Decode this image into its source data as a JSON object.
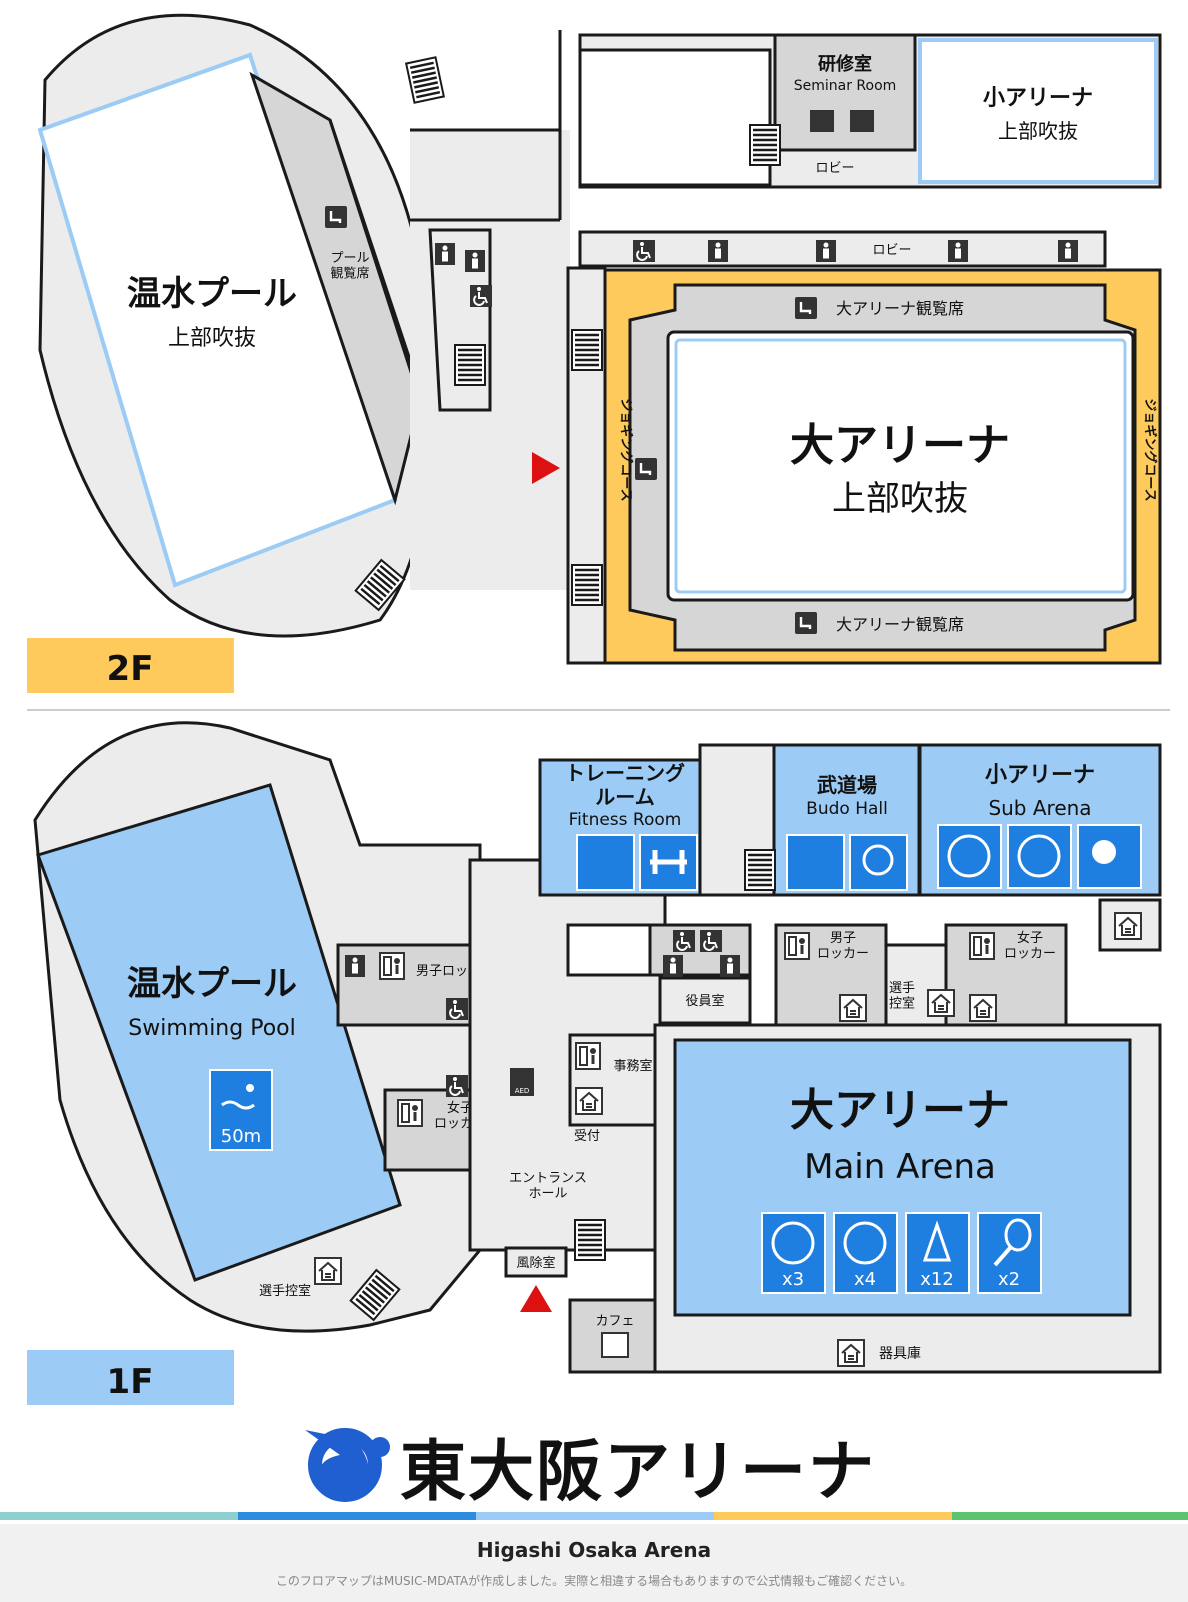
{
  "colors": {
    "wall": "#1a1a1a",
    "room_gray": "#d6d6d6",
    "corridor": "#ececec",
    "pool_1f": "#9ccbf5",
    "accent_2f": "#ffca5c",
    "floor_1f": "#9ccbf5",
    "icon_blue": "#1f7fe0",
    "marker": "#dd1111"
  },
  "floor_2f": {
    "badge": "2F",
    "pool": {
      "name": "温水プール",
      "sub": "上部吹抜"
    },
    "pool_seats": "プール\n観覧席",
    "seminar": {
      "name": "研修室",
      "en": "Seminar Room"
    },
    "lobby": "ロビー",
    "sub_arena": {
      "name": "小アリーナ",
      "sub": "上部吹抜"
    },
    "main_arena": {
      "name": "大アリーナ",
      "sub": "上部吹抜"
    },
    "main_seats": "大アリーナ観覧席",
    "jogging": "ジョギングコース"
  },
  "floor_1f": {
    "badge": "1F",
    "pool": {
      "name": "温水プール",
      "en": "Swimming Pool",
      "length": "50m"
    },
    "fitness": {
      "name": "トレーニング\nルーム",
      "en": "Fitness Room"
    },
    "budo": {
      "name": "武道場",
      "en": "Budo Hall"
    },
    "sub_arena": {
      "name": "小アリーナ",
      "en": "Sub Arena"
    },
    "main_arena": {
      "name": "大アリーナ",
      "en": "Main Arena"
    },
    "courts": [
      {
        "icon": "basketball-icon",
        "count": "x3"
      },
      {
        "icon": "volleyball-icon",
        "count": "x4"
      },
      {
        "icon": "badminton-icon",
        "count": "x12"
      },
      {
        "icon": "tennis-icon",
        "count": "x2"
      }
    ],
    "men_locker_w": "男子ロッカー",
    "men_locker_c": "男子\nロッカー",
    "women_locker_w": "女子\nロッカー",
    "women_locker_c": "女子\nロッカー",
    "player_room_c": "選手\n控室",
    "player_room_w": "選手控室",
    "officers": "役員室",
    "office": "事務室",
    "reception": "受付",
    "entrance": "エントランス\nホール",
    "windbreak": "風除室",
    "cafe": "カフェ",
    "storage": "器具庫",
    "aed": "AED"
  },
  "logo_text": "東大阪アリーナ",
  "footer": {
    "name": "Higashi Osaka Arena",
    "note": "このフロアマップはMUSIC-MDATAが作成しました。実際と相違する場合もありますので公式情報もご確認ください。"
  },
  "stripe_colors": [
    "#8fcfcf",
    "#2e8ce0",
    "#9ccbf5",
    "#ffca5c",
    "#5cc46e"
  ]
}
